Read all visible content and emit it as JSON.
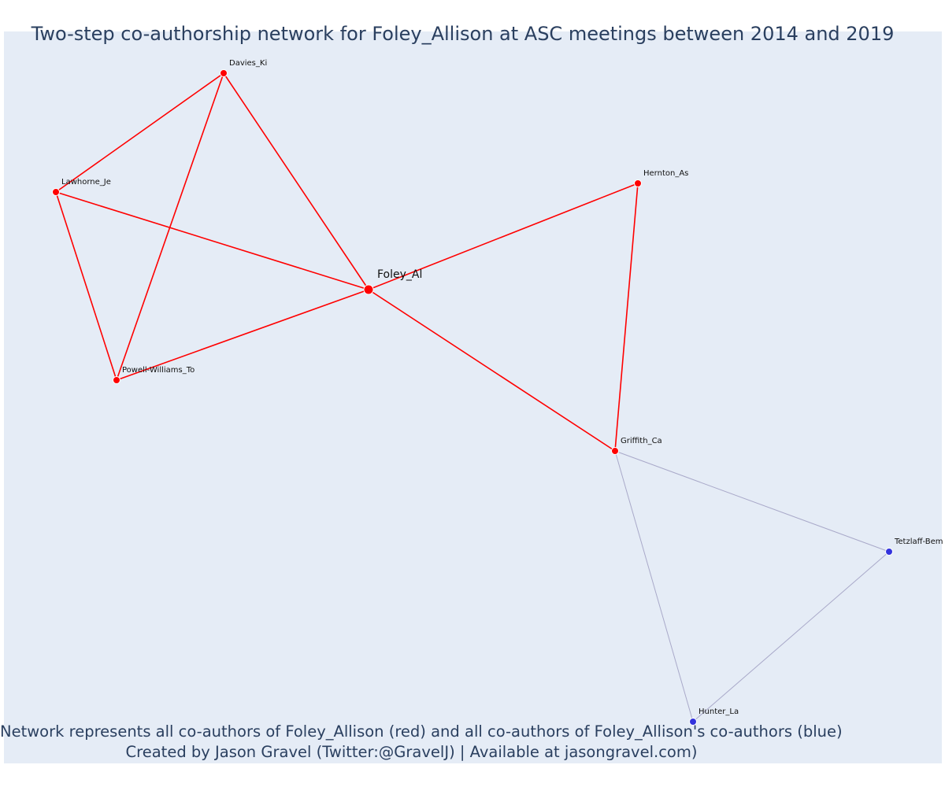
{
  "title": "Two-step co-authorship network for Foley_Allison at ASC meetings between 2014 and 2019",
  "footer": {
    "line1": "Network represents all co-authors of Foley_Allison (red) and all co-authors of Foley_Allison's co-authors (blue)",
    "line2": "Created by Jason Gravel (Twitter:@GravelJ) | Available at jasongravel.com)"
  },
  "colors": {
    "background": "#e5ecf6",
    "first_degree": "#ff0000",
    "second_degree": "#3333dd",
    "second_edge": "#a9a9c9",
    "text": "#2a3f5f"
  },
  "chart_data": {
    "type": "network",
    "nodes": [
      {
        "id": "Foley_Al",
        "label": "Foley_Al",
        "group": "first",
        "focal": true
      },
      {
        "id": "Davies_Ki",
        "label": "Davies_Ki",
        "group": "first"
      },
      {
        "id": "Lawhorne_Je",
        "label": "Lawhorne_Je",
        "group": "first"
      },
      {
        "id": "Powell-Williams_To",
        "label": "Powell-Williams_To",
        "group": "first"
      },
      {
        "id": "Hernton_As",
        "label": "Hernton_As",
        "group": "first"
      },
      {
        "id": "Griffith_Ca",
        "label": "Griffith_Ca",
        "group": "first"
      },
      {
        "id": "Tetzlaff-Bem",
        "label": "Tetzlaff-Bem",
        "group": "second"
      },
      {
        "id": "Hunter_La",
        "label": "Hunter_La",
        "group": "second"
      }
    ],
    "edges": [
      {
        "source": "Davies_Ki",
        "target": "Lawhorne_Je",
        "group": "first"
      },
      {
        "source": "Davies_Ki",
        "target": "Powell-Williams_To",
        "group": "first"
      },
      {
        "source": "Davies_Ki",
        "target": "Foley_Al",
        "group": "first"
      },
      {
        "source": "Lawhorne_Je",
        "target": "Powell-Williams_To",
        "group": "first"
      },
      {
        "source": "Lawhorne_Je",
        "target": "Foley_Al",
        "group": "first"
      },
      {
        "source": "Powell-Williams_To",
        "target": "Foley_Al",
        "group": "first"
      },
      {
        "source": "Foley_Al",
        "target": "Hernton_As",
        "group": "first"
      },
      {
        "source": "Foley_Al",
        "target": "Griffith_Ca",
        "group": "first"
      },
      {
        "source": "Hernton_As",
        "target": "Griffith_Ca",
        "group": "first"
      },
      {
        "source": "Griffith_Ca",
        "target": "Tetzlaff-Bem",
        "group": "second"
      },
      {
        "source": "Griffith_Ca",
        "target": "Hunter_La",
        "group": "second"
      },
      {
        "source": "Tetzlaff-Bem",
        "target": "Hunter_La",
        "group": "second"
      }
    ]
  }
}
